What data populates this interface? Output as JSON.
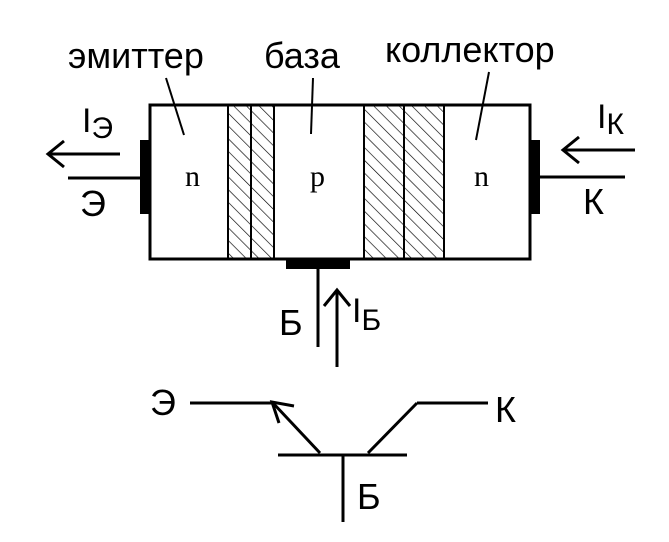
{
  "labels": {
    "emitter": "эмиттер",
    "base": "база",
    "collector": "коллектор"
  },
  "regions": {
    "emitter": "n",
    "base": "p",
    "collector": "n"
  },
  "currents": {
    "emitter": {
      "main": "I",
      "sub": "Э"
    },
    "collector": {
      "main": "I",
      "sub": "К"
    },
    "base": {
      "main": "I",
      "sub": "Б"
    }
  },
  "terminals": {
    "emitter": "Э",
    "collector": "К",
    "base": "Б"
  },
  "symbol": {
    "emitter": "Э",
    "collector": "К",
    "base": "Б"
  },
  "colors": {
    "ink": "#000000",
    "background": "#ffffff"
  }
}
